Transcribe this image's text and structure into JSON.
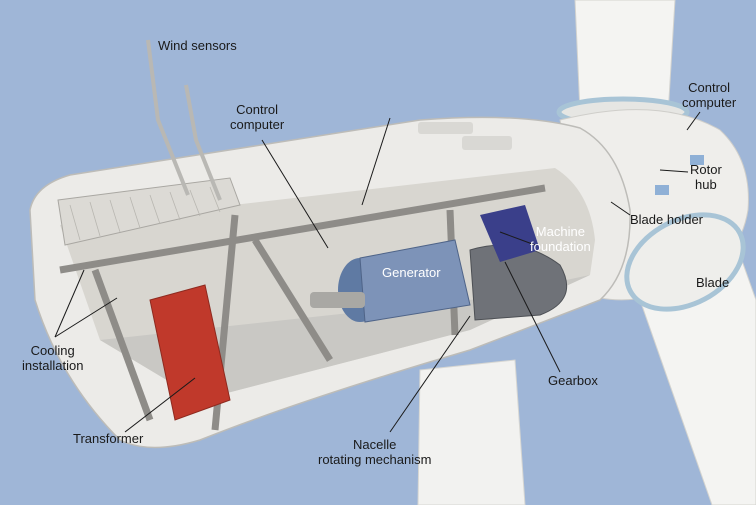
{
  "colors": {
    "background": "#9fb6d7",
    "nacelle_shell": "#ecebe8",
    "nacelle_shadow": "#c9c8c4",
    "interior": "#d8d6d0",
    "frame": "#8e8c88",
    "generator": "#7d93b8",
    "gearbox": "#6f7278",
    "transformer": "#c0392b",
    "tower": "#f2f2f0",
    "blade": "#f4f4f2",
    "ring": "#a8c4d6",
    "leader_line": "#1a1a1a"
  },
  "labels": {
    "wind_sensors": "Wind sensors",
    "control_computer_left": [
      "Control",
      "computer"
    ],
    "control_computer_right": [
      "Control",
      "computer"
    ],
    "rotor_hub": [
      "Rotor",
      "hub"
    ],
    "blade_holder": "Blade holder",
    "machine_foundation": [
      "Machine",
      "foundation"
    ],
    "generator": "Generator",
    "blade": "Blade",
    "cooling_installation": [
      "Cooling",
      "installation"
    ],
    "gearbox": "Gearbox",
    "transformer": "Transformer",
    "nacelle_rotating_mechanism": [
      "Nacelle",
      "rotating mechanism"
    ]
  }
}
